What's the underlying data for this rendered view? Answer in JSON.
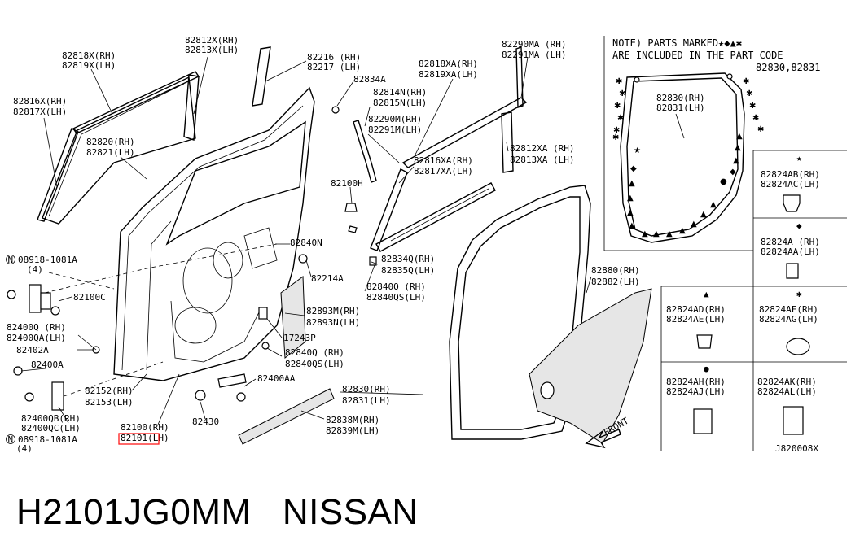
{
  "callouts": [
    {
      "id": "c1",
      "lines": [
        "82818X(RH)",
        "82819X(LH)"
      ]
    },
    {
      "id": "c2",
      "lines": [
        "82812X(RH)",
        "82813X(LH)"
      ]
    },
    {
      "id": "c3",
      "lines": [
        "82216 (RH)",
        "82217 (LH)"
      ]
    },
    {
      "id": "c4",
      "lines": [
        "82834A"
      ]
    },
    {
      "id": "c5",
      "lines": [
        "82818XA(RH)",
        "82819XA(LH)"
      ]
    },
    {
      "id": "c6",
      "lines": [
        "82290MA (RH)",
        "82291MA (LH)"
      ]
    },
    {
      "id": "c7",
      "lines": [
        "82816X(RH)",
        "82817X(LH)"
      ]
    },
    {
      "id": "c8",
      "lines": [
        "82814N(RH)",
        "82815N(LH)"
      ]
    },
    {
      "id": "c9",
      "lines": [
        "82290M(RH)",
        "82291M(LH)"
      ]
    },
    {
      "id": "c10",
      "lines": [
        "82820(RH)",
        "82821(LH)"
      ]
    },
    {
      "id": "c11",
      "lines": [
        "82816XA(RH)",
        "82817XA(LH)"
      ]
    },
    {
      "id": "c12",
      "lines": [
        "82812XA (RH)",
        "82813XA (LH)"
      ]
    },
    {
      "id": "c13",
      "lines": [
        "82100H"
      ]
    },
    {
      "id": "c14",
      "lines": [
        "82840N"
      ]
    },
    {
      "id": "c15",
      "lines": [
        "82834Q(RH)",
        "82835Q(LH)"
      ]
    },
    {
      "id": "c16",
      "lines": [
        "82214A"
      ]
    },
    {
      "id": "c17",
      "lines": [
        "82840Q (RH)",
        "82840QS(LH)"
      ]
    },
    {
      "id": "c18",
      "lines": [
        "82880(RH)",
        "82882(LH)"
      ]
    },
    {
      "id": "c19",
      "lines": [
        "82100C"
      ]
    },
    {
      "id": "c20",
      "lines": [
        "82893M(RH)",
        "82893N(LH)"
      ]
    },
    {
      "id": "c21",
      "lines": [
        "82400Q (RH)",
        "82400QA(LH)"
      ]
    },
    {
      "id": "c22",
      "lines": [
        "17243P"
      ]
    },
    {
      "id": "c23",
      "lines": [
        "82402A"
      ]
    },
    {
      "id": "c24",
      "lines": [
        "82840Q (RH)",
        "82840QS(LH)"
      ]
    },
    {
      "id": "c25",
      "lines": [
        "82400A"
      ]
    },
    {
      "id": "c26",
      "lines": [
        "82400AA"
      ]
    },
    {
      "id": "c27",
      "lines": [
        "82152(RH)",
        "82153(LH)"
      ]
    },
    {
      "id": "c28",
      "lines": [
        "82830(RH)",
        "82831(LH)"
      ]
    },
    {
      "id": "c29",
      "lines": [
        "82400QB(RH)",
        "82400QC(LH)"
      ]
    },
    {
      "id": "c30",
      "lines": [
        "82430"
      ]
    },
    {
      "id": "c31",
      "lines": [
        "82838M(RH)",
        "82839M(LH)"
      ]
    },
    {
      "id": "c32",
      "lines": [
        "82100(RH)",
        "82101(LH)"
      ]
    },
    {
      "id": "c33",
      "lines": [
        "08918-1081A",
        "(4)"
      ]
    },
    {
      "id": "c34",
      "lines": [
        "08918-1081A",
        "(4)"
      ]
    },
    {
      "id": "c35",
      "lines": [
        "82830(RH)",
        "82831(LH)"
      ]
    }
  ],
  "nut_symbol": "N",
  "note": {
    "line1": "NOTE) PARTS MARKED",
    "symbols": "★◆▲✱",
    "line2": "ARE INCLUDED IN THE PART CODE",
    "code": "82830,82831"
  },
  "clip_table": [
    {
      "symbol": "★",
      "lines": [
        "82824AB(RH)",
        "82824AC(LH)"
      ]
    },
    {
      "symbol": "◆",
      "lines": [
        "82824A (RH)",
        "82824AA(LH)"
      ]
    },
    {
      "symbol": "▲",
      "lines": [
        "82824AD(RH)",
        "82824AE(LH)"
      ]
    },
    {
      "symbol": "✱",
      "lines": [
        "82824AF(RH)",
        "82824AG(LH)"
      ]
    },
    {
      "symbol": "●",
      "lines": [
        "82824AH(RH)",
        "82824AJ(LH)"
      ]
    },
    {
      "symbol": "",
      "lines": [
        "82824AK(RH)",
        "82824AL(LH)"
      ]
    }
  ],
  "front_label": "FRONT",
  "figure_code": "J820008X",
  "highlight_color": "#ff1a1a",
  "caption": {
    "part_number": "H2101JG0MM",
    "brand": "NISSAN"
  }
}
